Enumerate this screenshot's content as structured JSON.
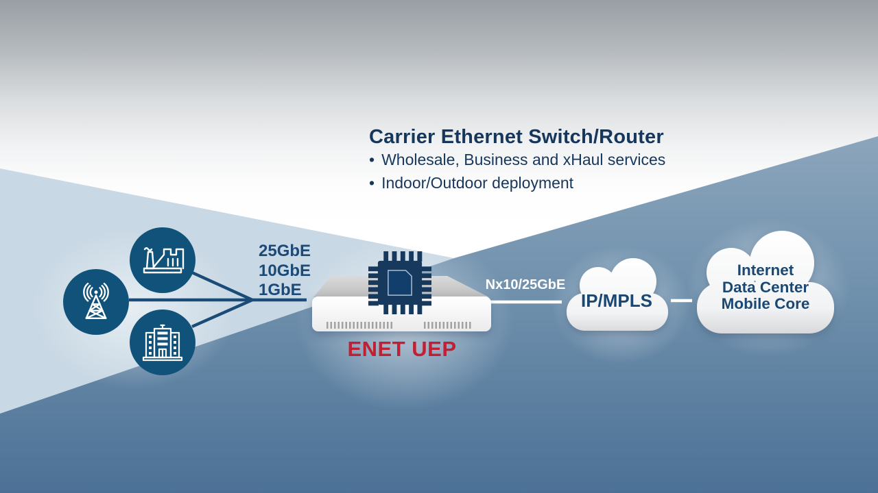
{
  "title": "Carrier Ethernet Switch/Router",
  "features": {
    "bullet_char": "•",
    "items": [
      "Wholesale, Business and xHaul services",
      "Indoor/Outdoor deployment"
    ]
  },
  "access_nodes": {
    "icons": [
      "cell-tower-icon",
      "factory-icon",
      "office-building-icon"
    ]
  },
  "access_links": {
    "labels": [
      "25GbE",
      "10GbE",
      "1GbE"
    ]
  },
  "device": {
    "name": "ENET UEP",
    "icon": "processor-chip-icon"
  },
  "uplink": {
    "label": "Nx10/25GbE"
  },
  "clouds": [
    {
      "label": "IP/MPLS"
    },
    {
      "lines": [
        "Internet",
        "Data Center",
        "Mobile Core"
      ]
    }
  ],
  "colors": {
    "headline_navy": "#16365c",
    "link_label_blue": "#1b4a78",
    "node_circle_blue": "#11527b",
    "device_label_red": "#c02034",
    "pale_blue_wedge": "#c8d8e4",
    "steel_blue_top": "#8ba5bc",
    "steel_blue_bottom": "#4c7196",
    "uplink_label_white": "#ffffff"
  }
}
